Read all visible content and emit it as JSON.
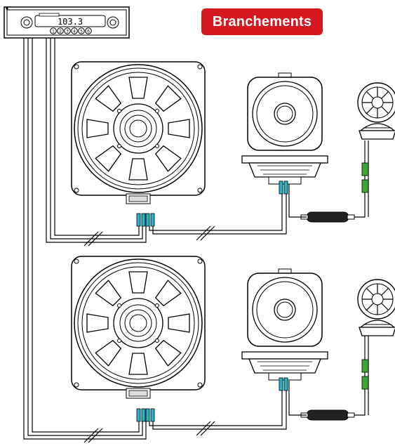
{
  "title": "Branchements",
  "head_unit": {
    "display": "103.3",
    "presets": [
      "1",
      "2",
      "3",
      "4",
      "5",
      "6"
    ]
  },
  "colors": {
    "title_bg": "#d5171f",
    "connector": "#27b3c7",
    "inline_connector": "#3fa535",
    "line": "#000000"
  },
  "icons": [
    "car-radio-icon",
    "woofer-icon",
    "midrange-speaker-icon",
    "tweeter-icon",
    "crossover-filter-icon",
    "connector-icon"
  ]
}
